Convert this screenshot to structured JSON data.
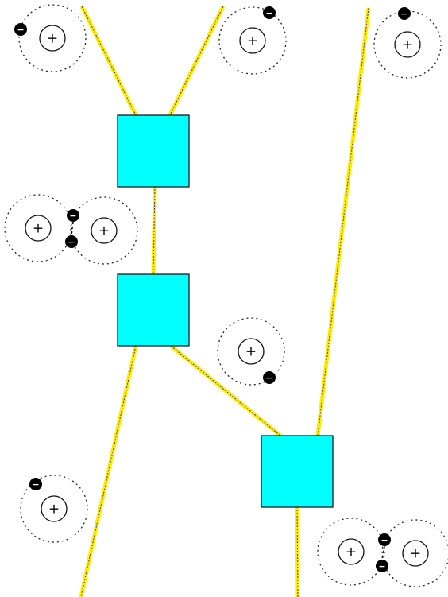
{
  "symbols": {
    "nucleus": "+",
    "electron": "−"
  },
  "colors": {
    "background": "#ffffff",
    "box_fill": "#00ffff",
    "box_stroke": "#1a1a1a",
    "wire": "#ffeb00",
    "wire_core": "#444444",
    "orbit": "#222222",
    "nucleus_stroke": "#111111",
    "electron_fill": "#000000",
    "electron_sign": "#ffffff"
  },
  "boxes": [
    {
      "id": "top-gate"
    },
    {
      "id": "middle-gate"
    },
    {
      "id": "bottom-gate"
    }
  ],
  "wires": [
    {
      "id": "upper-left-input"
    },
    {
      "id": "upper-right-input"
    },
    {
      "id": "top-to-middle"
    },
    {
      "id": "middle-left-output"
    },
    {
      "id": "middle-to-bottom"
    },
    {
      "id": "right-input"
    },
    {
      "id": "bottom-output"
    }
  ],
  "atoms": [
    {
      "id": "atom-upper-left",
      "electrons": 1
    },
    {
      "id": "atom-upper-center",
      "electrons": 1
    },
    {
      "id": "atom-upper-right",
      "electrons": 1
    },
    {
      "id": "molecule-left",
      "electrons": 2,
      "kind": "pair"
    },
    {
      "id": "atom-center-right",
      "electrons": 1
    },
    {
      "id": "atom-lower-left",
      "electrons": 1
    },
    {
      "id": "molecule-lower-right",
      "electrons": 2,
      "kind": "pair"
    }
  ]
}
